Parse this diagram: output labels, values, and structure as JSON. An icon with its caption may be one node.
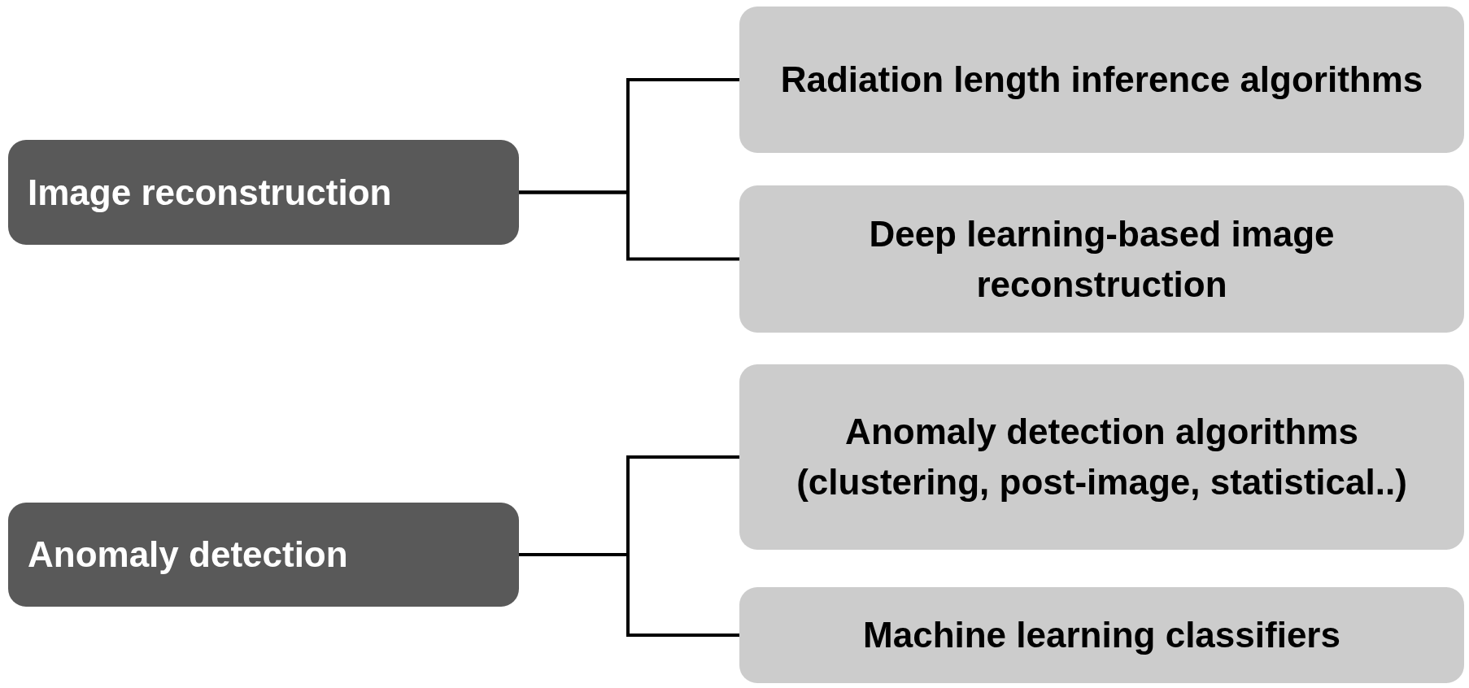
{
  "diagram": {
    "nodes": [
      {
        "text": [
          "Image reconstruction"
        ]
      },
      {
        "text": [
          "Radiation length inference algorithms"
        ]
      },
      {
        "text": [
          "Deep learning-based image reconstruction"
        ]
      },
      {
        "text": [
          "Anomaly detection"
        ]
      },
      {
        "text": [
          "Anomaly detection algorithms (clustering, post-image, statistical..)"
        ]
      },
      {
        "text": [
          "Machine learning classifiers"
        ]
      }
    ],
    "edges": [
      {
        "from": 0,
        "to": 1,
        "arrow": "none"
      },
      {
        "from": 0,
        "to": 2,
        "arrow": "none"
      },
      {
        "from": 3,
        "to": 4,
        "arrow": "none"
      },
      {
        "from": 3,
        "to": 5,
        "arrow": "none"
      }
    ]
  }
}
